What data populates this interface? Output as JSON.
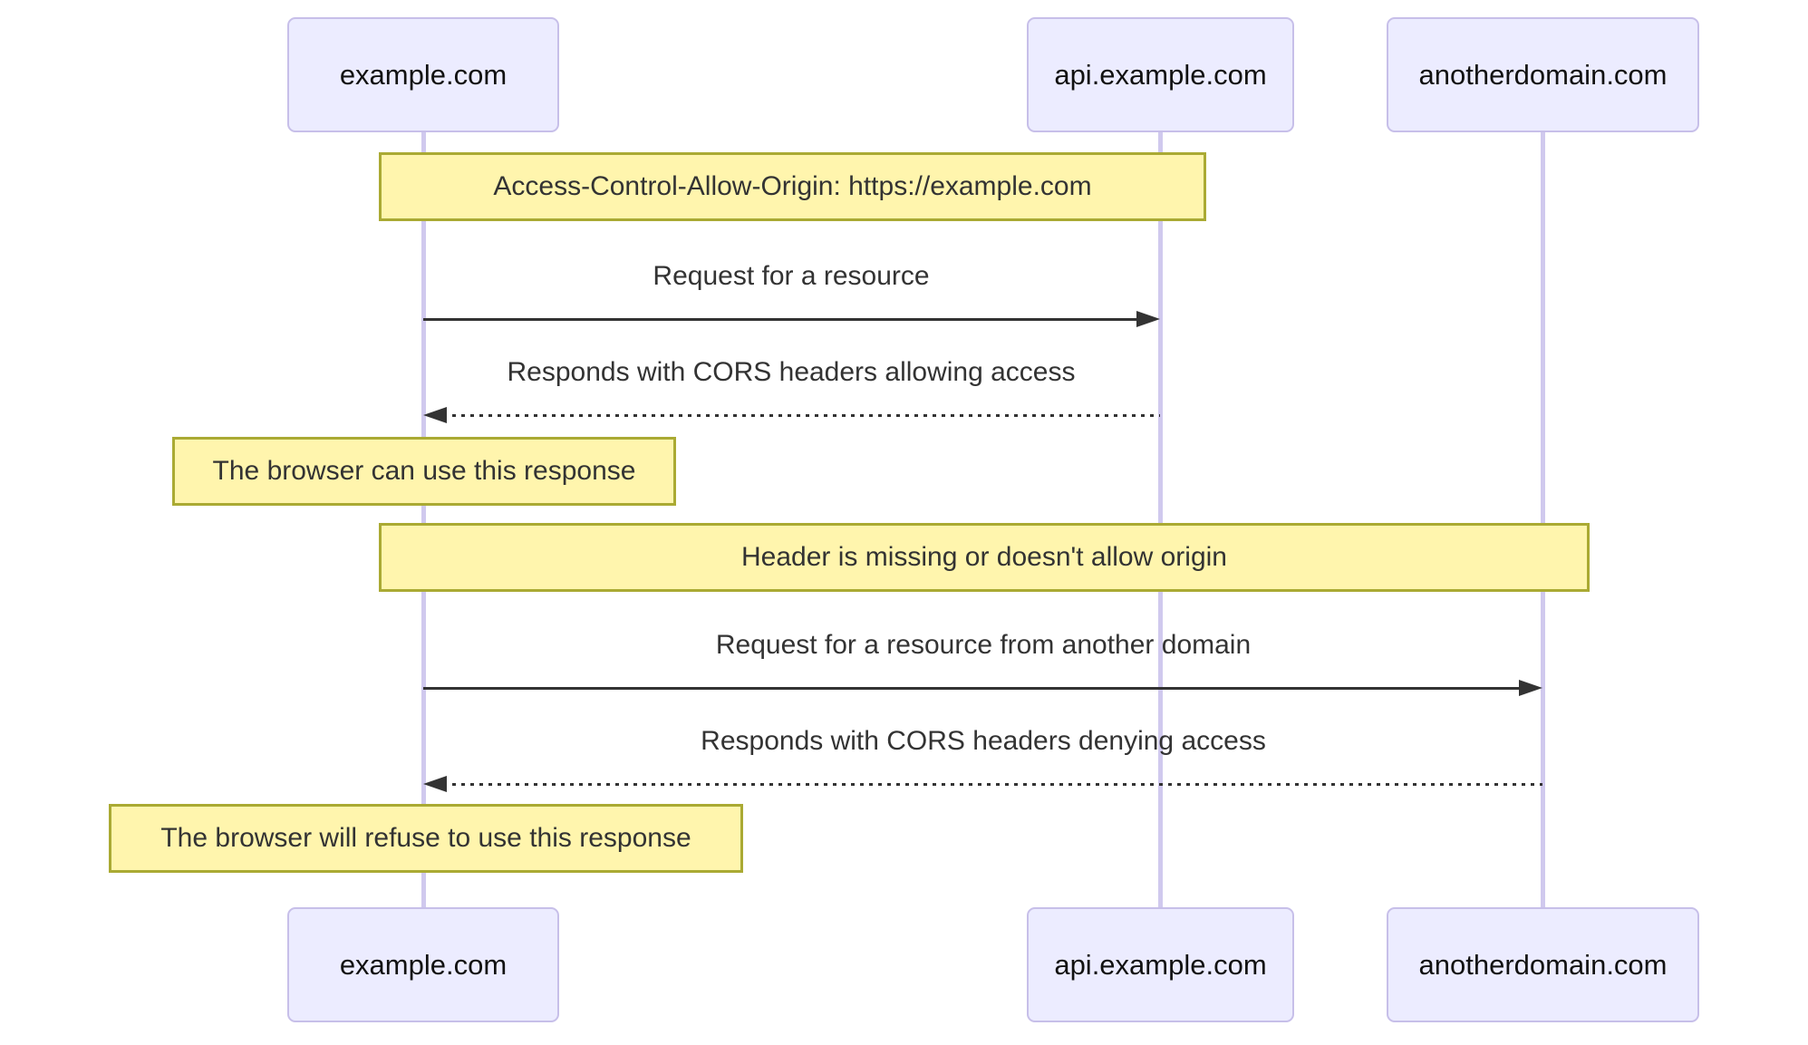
{
  "diagram_type": "sequence-diagram",
  "topic": "CORS request flow",
  "actors": [
    {
      "label": "example.com"
    },
    {
      "label": "api.example.com"
    },
    {
      "label": "anotherdomain.com"
    }
  ],
  "notes": [
    {
      "label": "Access-Control-Allow-Origin: https://example.com",
      "over": [
        "example.com",
        "api.example.com"
      ]
    },
    {
      "label": "The browser can use this response",
      "over": [
        "example.com"
      ]
    },
    {
      "label": "Header is missing or doesn't allow origin",
      "over": [
        "example.com",
        "anotherdomain.com"
      ]
    },
    {
      "label": "The browser will refuse to use this response",
      "over": [
        "example.com"
      ]
    }
  ],
  "messages": [
    {
      "label": "Request for a resource",
      "from": "example.com",
      "to": "api.example.com",
      "style": "solid"
    },
    {
      "label": "Responds with CORS headers allowing access",
      "from": "api.example.com",
      "to": "example.com",
      "style": "dashed"
    },
    {
      "label": "Request for a resource from another domain",
      "from": "example.com",
      "to": "anotherdomain.com",
      "style": "solid"
    },
    {
      "label": "Responds with CORS headers denying access",
      "from": "anotherdomain.com",
      "to": "example.com",
      "style": "dashed"
    }
  ],
  "colors": {
    "actor_fill": "#ececff",
    "actor_border": "#c7bfe9",
    "lifeline": "#d0c9ee",
    "note_fill": "#fff5ad",
    "note_border": "#aaaa33",
    "message_line": "#333333",
    "message_text": "#333333",
    "actor_text": "#111111",
    "background": "#ffffff"
  }
}
